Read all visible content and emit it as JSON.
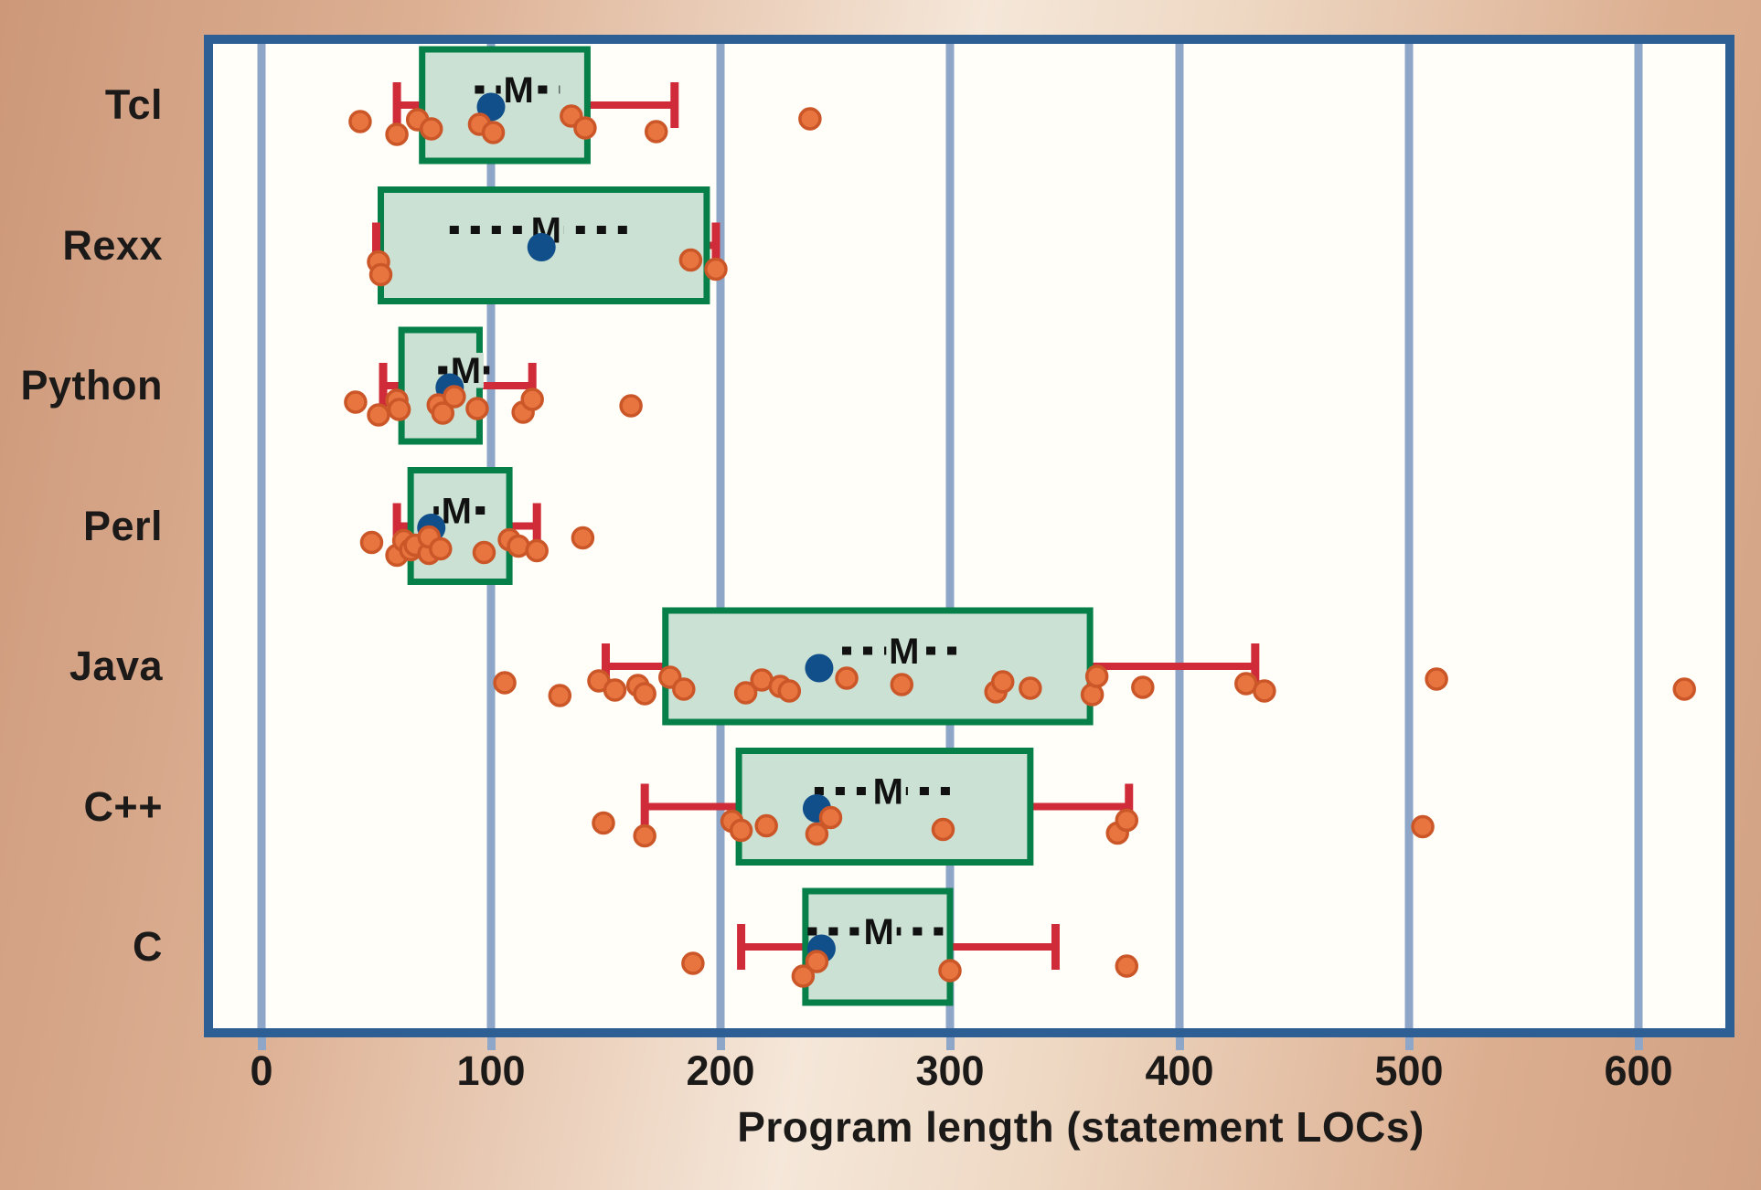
{
  "chart_data": {
    "type": "boxplot",
    "orientation": "horizontal",
    "xlabel": "Program length (statement LOCs)",
    "x_ticks": [
      0,
      100,
      200,
      300,
      400,
      500,
      600
    ],
    "x_range": [
      -25,
      640
    ],
    "grid": "vertical-on",
    "marker_legend": {
      "M_label": "M",
      "M_meaning": "mean with dotted standard-error band",
      "dot_meaning": "median"
    },
    "series": [
      {
        "label": "Tcl",
        "whisker_low": 59,
        "q1": 70,
        "median": 100,
        "mean": 112,
        "q3": 142,
        "whisker_high": 180,
        "se_band": [
          93,
          130
        ],
        "points": [
          43,
          59,
          68,
          74,
          95,
          101,
          135,
          141,
          172,
          239
        ]
      },
      {
        "label": "Rexx",
        "whisker_low": 50,
        "q1": 52,
        "median": 122,
        "mean": 124,
        "q3": 194,
        "whisker_high": 198,
        "se_band": [
          82,
          161
        ],
        "points": [
          51,
          52,
          187,
          198
        ]
      },
      {
        "label": "Python",
        "whisker_low": 53,
        "q1": 61,
        "median": 82,
        "mean": 89,
        "q3": 95,
        "whisker_high": 118,
        "se_band": [
          77,
          104
        ],
        "points": [
          41,
          51,
          59,
          60,
          77,
          79,
          84,
          94,
          114,
          118,
          161
        ]
      },
      {
        "label": "Perl",
        "whisker_low": 59,
        "q1": 65,
        "median": 74,
        "mean": 85,
        "q3": 108,
        "whisker_high": 120,
        "se_band": [
          75,
          99
        ],
        "points": [
          48,
          59,
          62,
          65,
          67,
          73,
          73,
          78,
          97,
          108,
          112,
          120,
          140
        ]
      },
      {
        "label": "Java",
        "whisker_low": 150,
        "q1": 176,
        "median": 243,
        "mean": 280,
        "q3": 361,
        "whisker_high": 433,
        "se_band": [
          253,
          305
        ],
        "points": [
          106,
          130,
          147,
          154,
          164,
          167,
          178,
          184,
          211,
          218,
          226,
          230,
          255,
          279,
          320,
          323,
          335,
          362,
          364,
          384,
          429,
          437,
          512,
          620
        ]
      },
      {
        "label": "C++",
        "whisker_low": 167,
        "q1": 208,
        "median": 242,
        "mean": 273,
        "q3": 335,
        "whisker_high": 378,
        "se_band": [
          241,
          303
        ],
        "points": [
          149,
          167,
          205,
          209,
          220,
          242,
          248,
          297,
          373,
          377,
          506
        ]
      },
      {
        "label": "C",
        "whisker_low": 209,
        "q1": 237,
        "median": 244,
        "mean": 269,
        "q3": 300,
        "whisker_high": 346,
        "se_band": [
          238,
          298
        ],
        "points": [
          188,
          236,
          242,
          300,
          377
        ]
      }
    ],
    "colors": {
      "plot_background": "#fffef8",
      "frame": "#2d5f95",
      "gridline": "#8ea6c7",
      "box_fill": "#cbe1d4",
      "box_border": "#067f49",
      "whisker": "#cf2b39",
      "median_dot": "#114f8b",
      "data_point_fill": "#e87440",
      "data_point_border": "#cb5628",
      "mean_band": "#111111",
      "text": "#1c1a19"
    }
  }
}
